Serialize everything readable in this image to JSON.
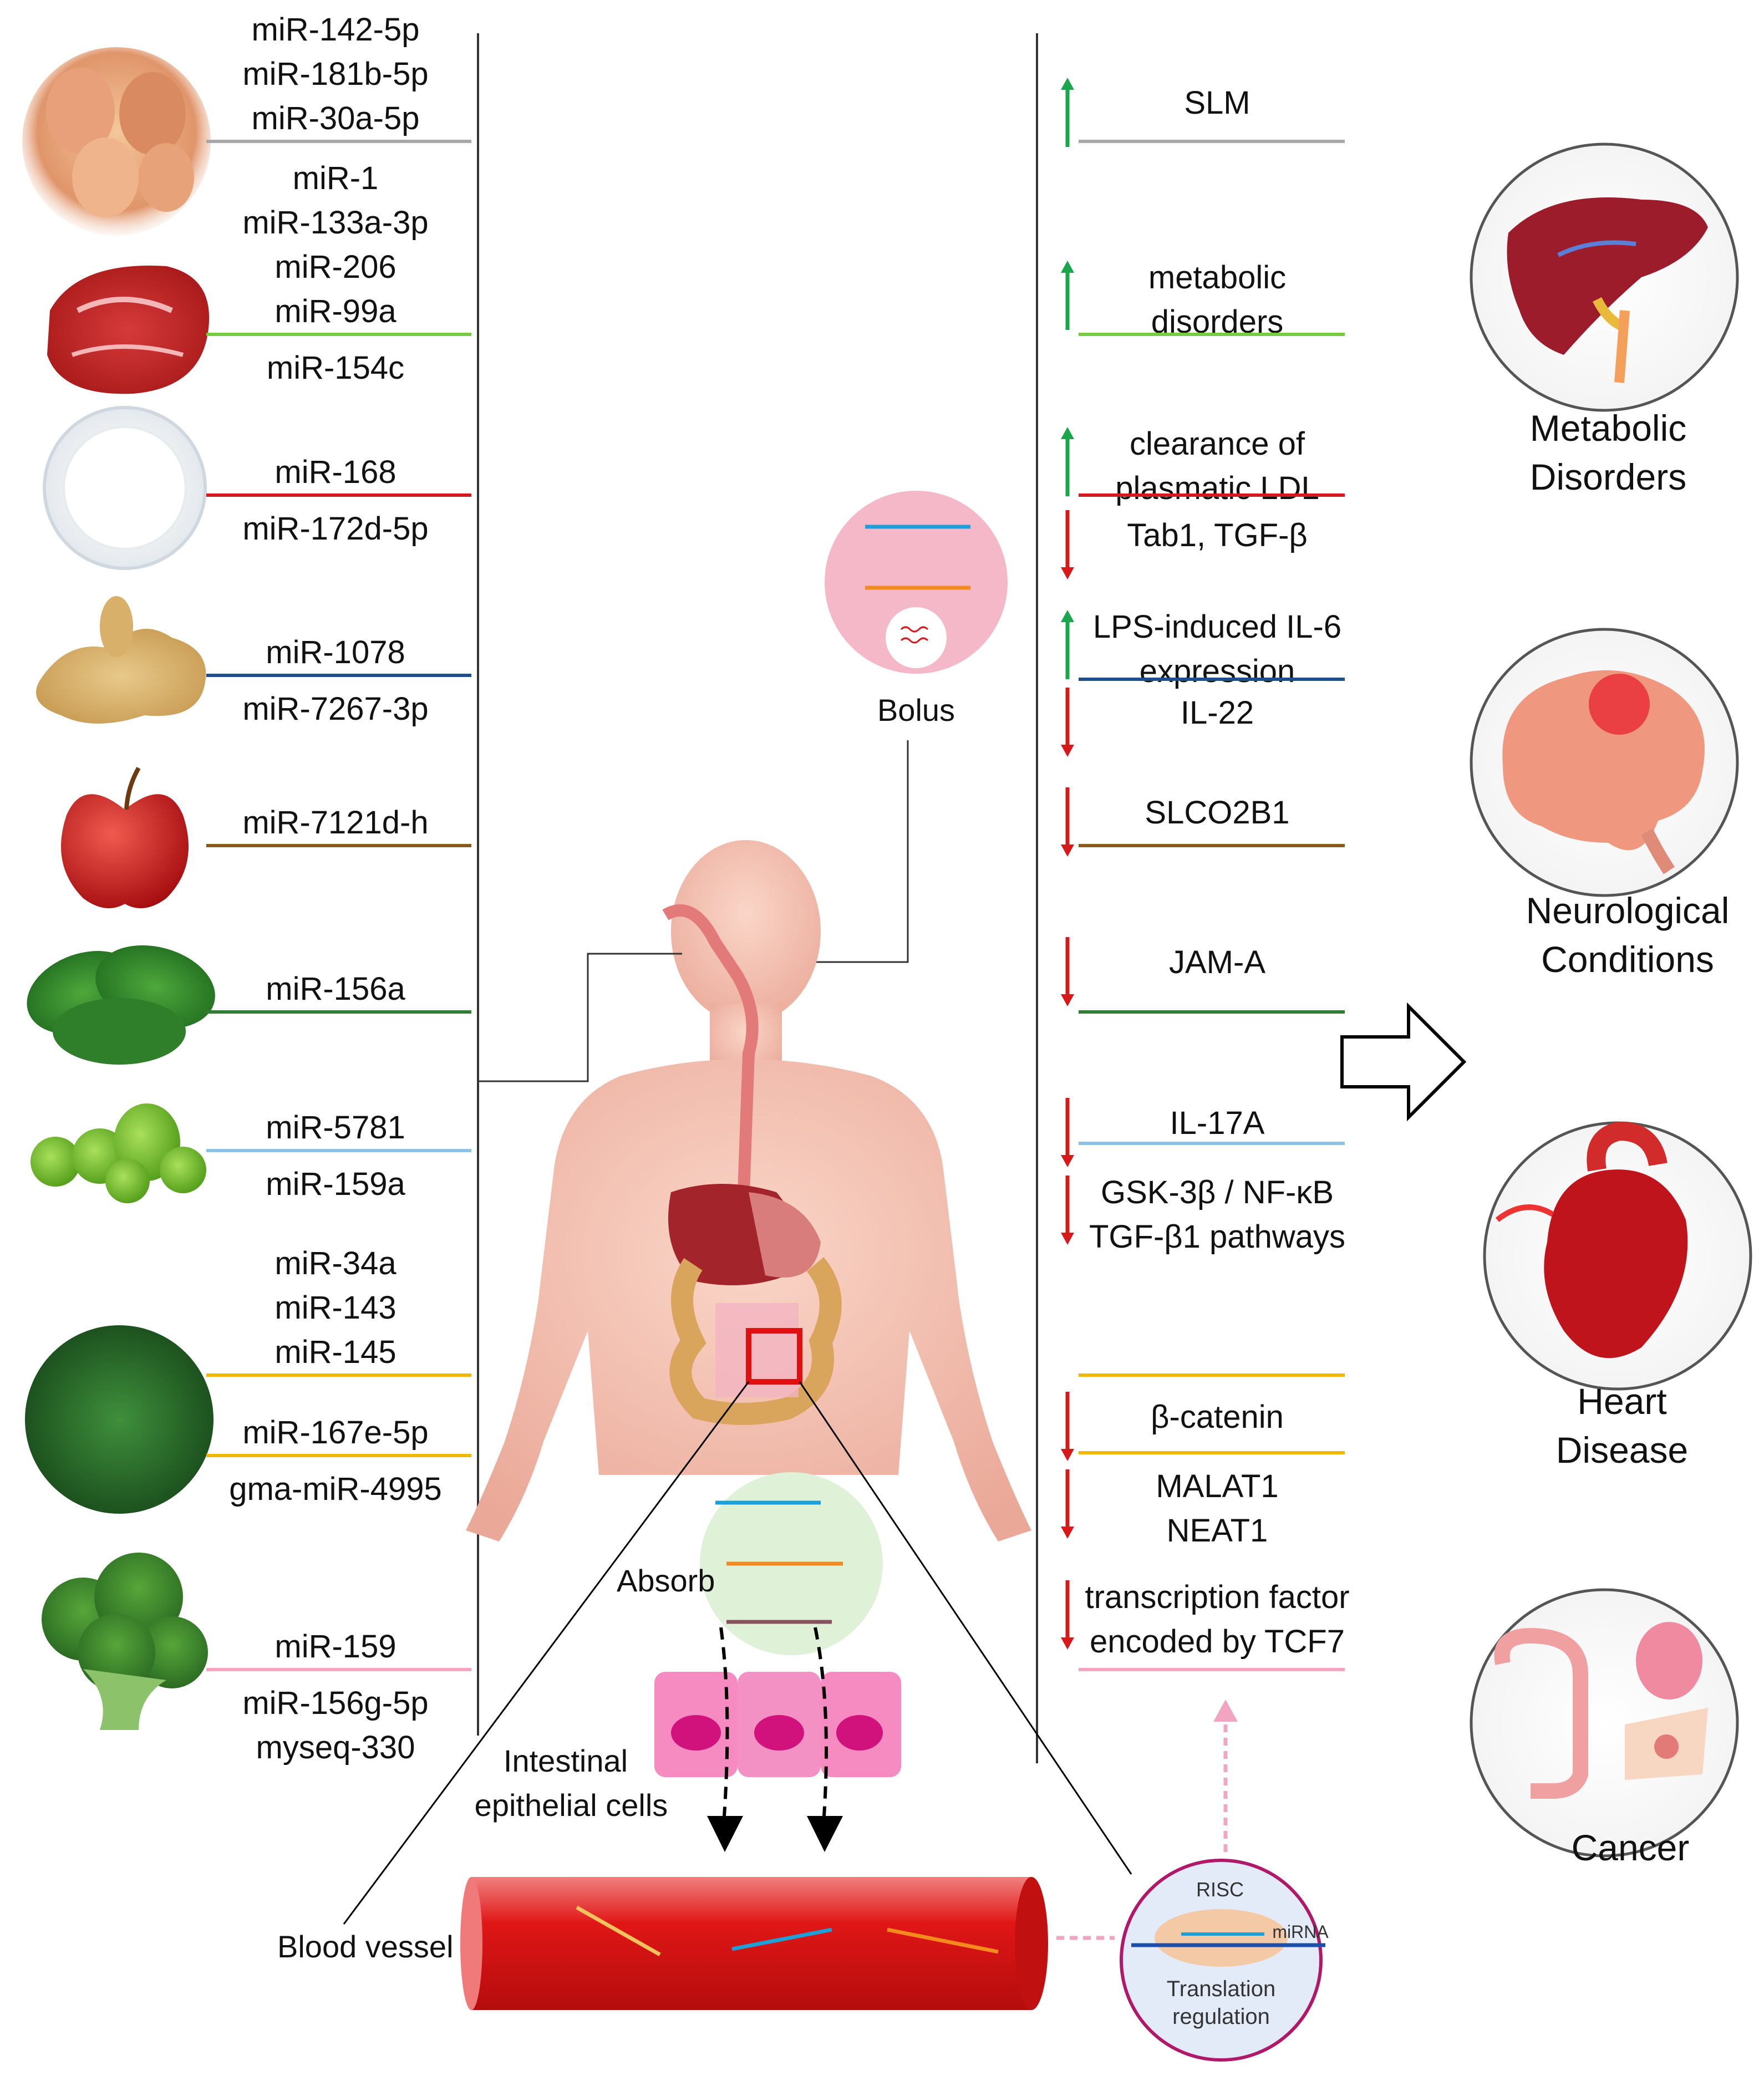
{
  "foods": [
    {
      "name": "egg",
      "color": "#a8a8a8",
      "mirnas_above": [
        "miR-142-5p",
        "miR-181b-5p",
        "miR-30a-5p"
      ],
      "mirnas_below": []
    },
    {
      "name": "beef",
      "color": "#7ac943",
      "mirnas_above": [
        "miR-1",
        "miR-133a-3p",
        "miR-206",
        "miR-99a"
      ],
      "mirnas_below": [
        "miR-154c"
      ]
    },
    {
      "name": "rice",
      "color": "#d7191c",
      "mirnas_above": [
        "miR-168"
      ],
      "mirnas_below": [
        "miR-172d-5p"
      ]
    },
    {
      "name": "ginger",
      "color": "#1f4e8c",
      "mirnas_above": [
        "miR-1078"
      ],
      "mirnas_below": [
        "miR-7267-3p"
      ]
    },
    {
      "name": "apple",
      "color": "#8a5a19",
      "mirnas_above": [
        "miR-7121d-h"
      ],
      "mirnas_below": []
    },
    {
      "name": "spinach",
      "color": "#2e7d32",
      "mirnas_above": [
        "miR-156a"
      ],
      "mirnas_below": []
    },
    {
      "name": "beans",
      "color": "#8fc1e6",
      "mirnas_above": [
        "miR-5781"
      ],
      "mirnas_below": [
        "miR-159a"
      ]
    },
    {
      "name": "moringa",
      "color": "#f2b705",
      "mirnas_above": [
        "miR-34a",
        "miR-143",
        "miR-145"
      ],
      "mirnas_mid": [
        "miR-167e-5p"
      ],
      "mirnas_below": [
        "gma-miR-4995"
      ]
    },
    {
      "name": "broccoli",
      "color": "#f4a6c1",
      "mirnas_above": [
        "miR-159"
      ],
      "mirnas_below": [
        "miR-156g-5p",
        "myseq-330"
      ]
    }
  ],
  "effects": [
    {
      "dir": "up",
      "lines": [
        "SLM"
      ]
    },
    {
      "dir": "up",
      "lines": [
        "metabolic",
        "disorders"
      ]
    },
    {
      "dir": "up",
      "lines": [
        "clearance of",
        "plasmatic LDL"
      ]
    },
    {
      "dir": "down",
      "lines": [
        "Tab1, TGF-β"
      ]
    },
    {
      "dir": "up",
      "lines": [
        "LPS-induced IL-6",
        "expression"
      ]
    },
    {
      "dir": "down",
      "lines": [
        "IL-22"
      ]
    },
    {
      "dir": "down",
      "lines": [
        "SLCO2B1"
      ]
    },
    {
      "dir": "down",
      "lines": [
        "JAM-A"
      ]
    },
    {
      "dir": "down",
      "lines": [
        "IL-17A"
      ]
    },
    {
      "dir": "down",
      "lines": [
        "GSK-3β / NF-κB",
        "TGF-β1 pathways"
      ]
    },
    {
      "dir": "down",
      "lines": [
        "β-catenin"
      ]
    },
    {
      "dir": "down",
      "lines": [
        "MALAT1",
        "NEAT1"
      ]
    },
    {
      "dir": "down",
      "lines": [
        "transcription factor",
        "encoded by TCF7"
      ]
    }
  ],
  "diseases": [
    {
      "lines": [
        "Metabolic",
        "Disorders"
      ],
      "icon": "liver-icon"
    },
    {
      "lines": [
        "Neurological",
        "Conditions"
      ],
      "icon": "brain-icon"
    },
    {
      "lines": [
        "Heart",
        "Disease"
      ],
      "icon": "heart-icon"
    },
    {
      "lines": [
        "Cancer"
      ],
      "icon": "organs-icon"
    }
  ],
  "labels": {
    "bolus": "Bolus",
    "absorb": "Absorb",
    "intestinal_1": "Intestinal",
    "intestinal_2": "epithelial cells",
    "blood_vessel": "Blood vessel",
    "risc": "RISC",
    "mirna": "miRNA",
    "translation_1": "Translation",
    "translation_2": "regulation"
  },
  "colors": {
    "up": "#1aa64a",
    "down": "#d7191c",
    "pink_dotted": "#f2a5c0"
  }
}
